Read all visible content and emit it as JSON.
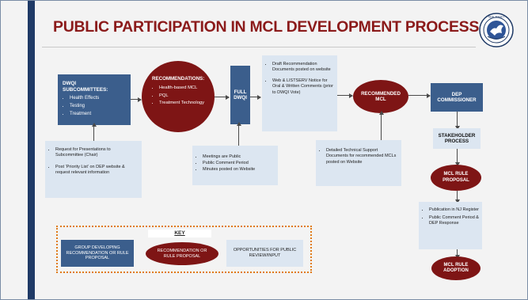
{
  "title": "PUBLIC PARTICIPATION IN MCL DEVELOPMENT PROCESS",
  "seal": {
    "icon": "nj-seal-icon",
    "ring_text": "NEW JERSEY"
  },
  "colors": {
    "navy": "#3b5e8c",
    "maroon": "#7e1515",
    "pale_blue": "#dce6f1",
    "title_red": "#8b1a1a",
    "key_border": "#e07b1a"
  },
  "dwqi_sub": {
    "title": "DWQI SUBCOMMITTEES:",
    "items": [
      "Health Effects",
      "Testing",
      "Treatment"
    ]
  },
  "recommendations": {
    "title": "RECOMMENDATIONS:",
    "items": [
      "Health-based MCL",
      "PQL",
      "Treatment Technology"
    ]
  },
  "full_dwqi": {
    "label": "FULL DWQI"
  },
  "draft_docs": {
    "items": [
      "Draft Recommendation Documents posted on website",
      "Web & LISTSERV Notice for Oral & Written Comments (prior to DWQI Vote)"
    ]
  },
  "recommended_mcl": {
    "label": "RECOMMENDED MCL"
  },
  "dep_commissioner": {
    "label": "DEP COMMISSIONER"
  },
  "stakeholder": {
    "label": "STAKEHOLDER PROCESS"
  },
  "mcl_rule_proposal": {
    "label": "MCL RULE PROPOSAL"
  },
  "publication": {
    "items": [
      "Publication in NJ Register",
      "Public Comment Period & DEP Response"
    ]
  },
  "mcl_rule_adoption": {
    "label": "MCL RULE ADOPTION"
  },
  "request_box": {
    "items": [
      "Request for Presentations to Subcommittee (Chair)",
      "Post ‘Priority List’ on DEP website & request relevant information"
    ]
  },
  "meetings_box": {
    "items": [
      "Meetings are Public",
      "Public Comment Period",
      "Minutes posted on Website"
    ]
  },
  "detailed_box": {
    "items": [
      "Detailed Technical Support Documents for recommended MCLs posted on Website"
    ]
  },
  "key": {
    "title": "KEY",
    "group_label": "GROUP DEVELOPING RECOMMENDATION OR RULE PROPOSAL",
    "recommendation_label": "RECOMMENDATION OR RULE PROPOSAL",
    "opportunity_label": "OPPORTUNITIES FOR PUBLIC REVIEW/INPUT"
  }
}
